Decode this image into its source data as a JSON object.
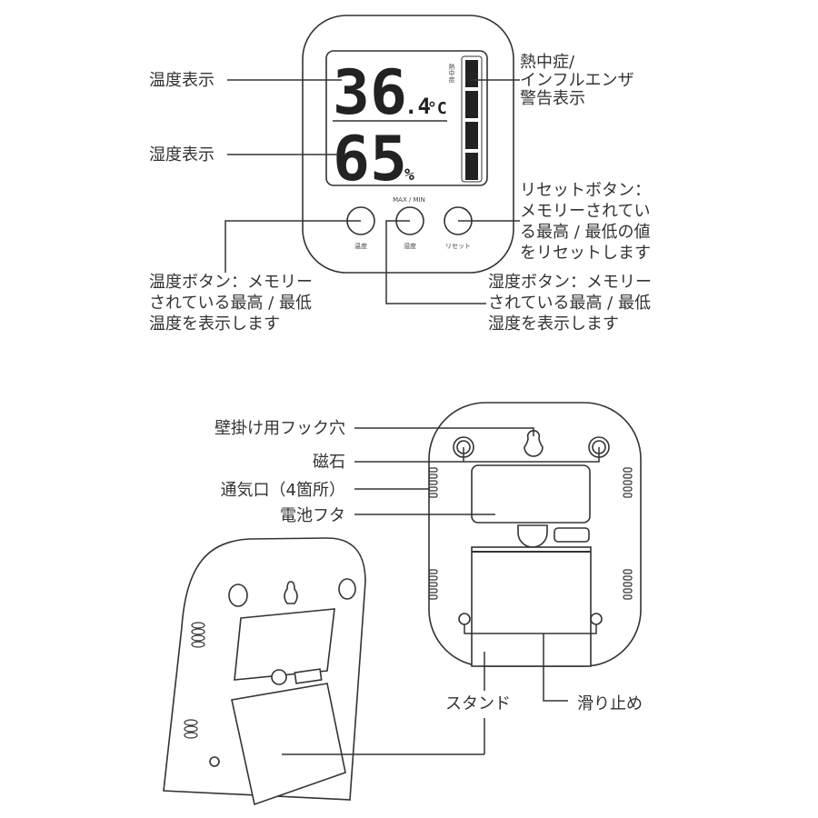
{
  "front": {
    "temperature": "36",
    "temperature_decimal": ".4",
    "temperature_unit": "°C",
    "humidity": "65",
    "humidity_unit": "%",
    "warning_label": "熱中症",
    "max_min_label": "MAX / MIN",
    "buttons": [
      "温度",
      "湿度",
      "リセット"
    ]
  },
  "callouts": {
    "temp_display": "温度表示",
    "humidity_display": "湿度表示",
    "warning": [
      "熱中症/",
      "インフルエンザ",
      "警告表示"
    ],
    "reset_button": [
      "リセットボタン：",
      "メモリーされてい",
      "る最高 / 最低の値",
      "をリセットします"
    ],
    "temp_button": [
      "温度ボタン：メモリー",
      "されている最高 / 最低",
      "温度を表示します"
    ],
    "humidity_button": [
      "湿度ボタン：メモリー",
      "されている最高 / 最低",
      "湿度を表示します"
    ],
    "hook_hole": "壁掛け用フック穴",
    "magnet": "磁石",
    "vents": "通気口（4箇所）",
    "battery_cover": "電池フタ",
    "stand": "スタンド",
    "non_slip": "滑り止め"
  }
}
